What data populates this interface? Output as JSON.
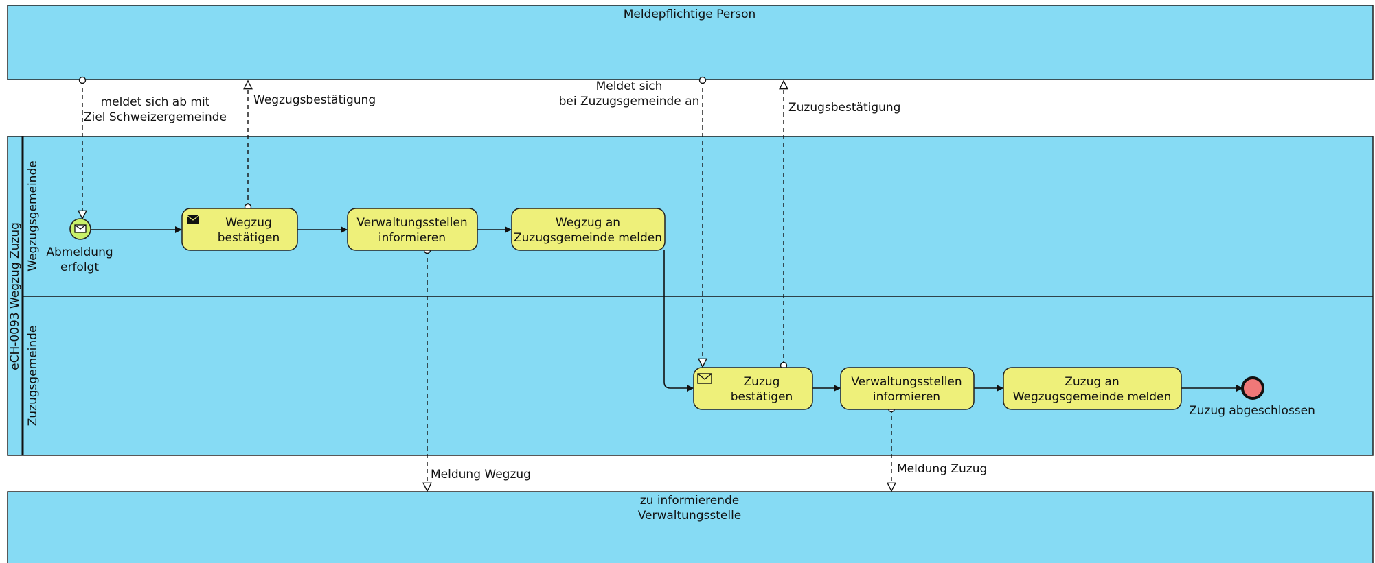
{
  "pools": {
    "person": "Meldepflichtige Person",
    "process": "eCH-0093 Wegzug Zuzug",
    "authority": [
      "zu informierende",
      "Verwaltungsstelle"
    ]
  },
  "lanes": {
    "wegzug": "Wegzugsgemeinde",
    "zuzug": "Zuzugsgemeinde"
  },
  "events": {
    "start": [
      "Abmeldung",
      "erfolgt"
    ],
    "end": "Zuzug abgeschlossen"
  },
  "tasks": {
    "wegzug_bestaetigen": [
      "Wegzug",
      "bestätigen"
    ],
    "verwaltung_informieren_1": [
      "Verwaltungsstellen",
      "informieren"
    ],
    "wegzug_melden": [
      "Wegzug an",
      "Zuzugsgemeinde melden"
    ],
    "zuzug_bestaetigen": [
      "Zuzug",
      "bestätigen"
    ],
    "verwaltung_informieren_2": [
      "Verwaltungsstellen",
      "informieren"
    ],
    "zuzug_melden": [
      "Zuzug an",
      "Wegzugsgemeinde melden"
    ]
  },
  "messages": {
    "abmeldung": [
      "meldet sich ab mit",
      "Ziel Schweizergemeinde"
    ],
    "wegzugsbestaetigung": "Wegzugsbestätigung",
    "anmeldung": [
      "Meldet sich",
      "bei Zuzugsgemeinde an"
    ],
    "zuzugsbestaetigung": "Zuzugsbestätigung",
    "meldung_wegzug": "Meldung Wegzug",
    "meldung_zuzug": "Meldung Zuzug"
  },
  "colors": {
    "pool": "#86dbf4",
    "task": "#eef07a",
    "start_event": "#c9f06a",
    "end_event": "#f07878"
  }
}
